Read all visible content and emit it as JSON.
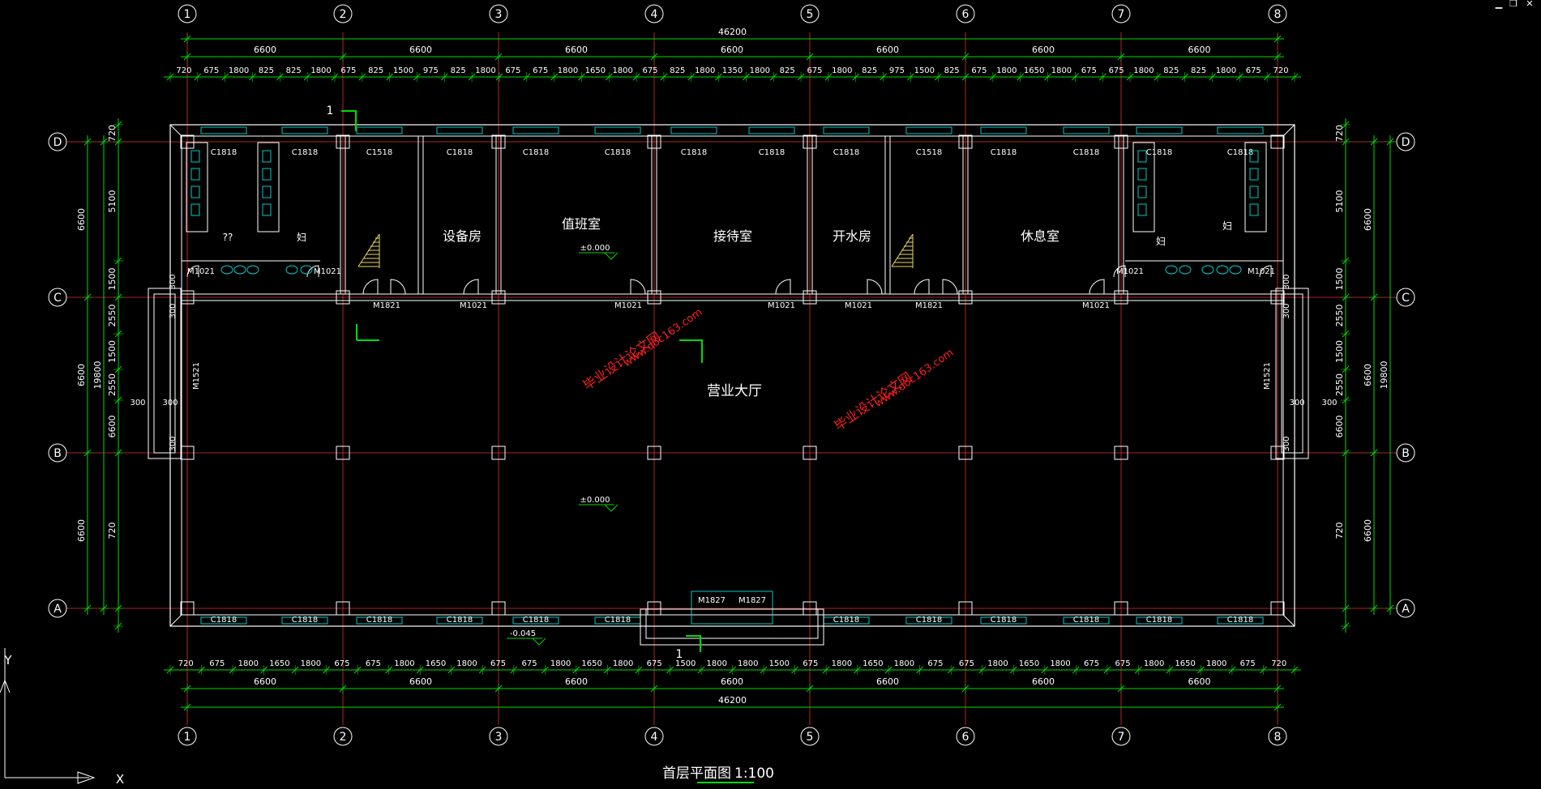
{
  "window_controls": {
    "minimize": "▁",
    "restore": "❐",
    "close": "✕"
  },
  "grid": {
    "columns": [
      "1",
      "2",
      "3",
      "4",
      "5",
      "6",
      "7",
      "8"
    ],
    "rows": [
      "D",
      "C",
      "B",
      "A"
    ]
  },
  "dims": {
    "total": "46200",
    "bays": [
      "6600",
      "6600",
      "6600",
      "6600",
      "6600",
      "6600",
      "6600"
    ],
    "top_detail": [
      "720",
      "675",
      "1800",
      "825",
      "825",
      "1800",
      "675",
      "825",
      "1500",
      "975",
      "825",
      "1800",
      "675",
      "675",
      "1800",
      "1650",
      "1800",
      "675",
      "825",
      "1800",
      "1350",
      "1800",
      "825",
      "675",
      "1800",
      "825",
      "975",
      "1500",
      "825",
      "675",
      "1800",
      "1650",
      "1800",
      "675",
      "675",
      "1800",
      "825",
      "825",
      "1800",
      "675",
      "720"
    ],
    "bottom_detail": [
      "720",
      "675",
      "1800",
      "1650",
      "1800",
      "675",
      "675",
      "1800",
      "1650",
      "1800",
      "675",
      "675",
      "1800",
      "1650",
      "1800",
      "675",
      "1500",
      "1800",
      "1800",
      "1500",
      "675",
      "1800",
      "1650",
      "1800",
      "675",
      "675",
      "1800",
      "1650",
      "1800",
      "675",
      "675",
      "1800",
      "1650",
      "1800",
      "675",
      "720"
    ],
    "left_outer": [
      "6600",
      "19800",
      "6600",
      "6600"
    ],
    "left_inner": [
      "720",
      "5100",
      "1500",
      "2550",
      "1500",
      "2550",
      "6600",
      "720"
    ],
    "right_inner": [
      "720",
      "5100",
      "1500",
      "2550",
      "1500",
      "2550",
      "6600",
      "720"
    ],
    "right_outer": [
      "6600",
      "19800",
      "6600",
      "6600"
    ],
    "steps_left": [
      "300",
      "300",
      "300",
      "300",
      "300"
    ],
    "steps_right": [
      "300",
      "300",
      "300",
      "300",
      "300"
    ]
  },
  "rooms": {
    "equipment": "设备房",
    "duty": "值班室",
    "reception": "接待室",
    "boiler": "开水房",
    "rest": "休息室",
    "hall": "营业大厅",
    "wc_left_a": "??",
    "wc_left_b": "妇",
    "wc_right_a": "妇",
    "wc_right_b": "妇"
  },
  "levels": {
    "duty": "±0.000",
    "hall": "±0.000",
    "outdoor": "-0.045"
  },
  "windows_top": [
    "C1818",
    "C1818",
    "C1518",
    "C1818",
    "C1818",
    "C1818",
    "C1818",
    "C1818",
    "C1818",
    "C1518",
    "C1818",
    "C1818",
    "C1818",
    "C1818"
  ],
  "windows_bottom": [
    "C1818",
    "C1818",
    "C1818",
    "C1818",
    "C1818",
    "C1818",
    "C1818",
    "C1818",
    "C1818",
    "C1818",
    "C1818",
    "C1818"
  ],
  "doors": {
    "m1021": "M1021",
    "m1821": "M1821",
    "m1521": "M1521",
    "m1827": "M1827"
  },
  "section_mark": "1",
  "watermark": {
    "text": "毕业设计论文网",
    "url": "www.doc163.com"
  },
  "title": {
    "name": "首层平面图",
    "scale": "1:100"
  },
  "colors": {
    "background": "#000000",
    "axis": "#e03030",
    "wall": "#ffffff",
    "dimension": "#00dd00",
    "window": "#00c8c8",
    "stair": "#e8d860",
    "watermark": "#ff2020",
    "text": "#ffffff"
  }
}
